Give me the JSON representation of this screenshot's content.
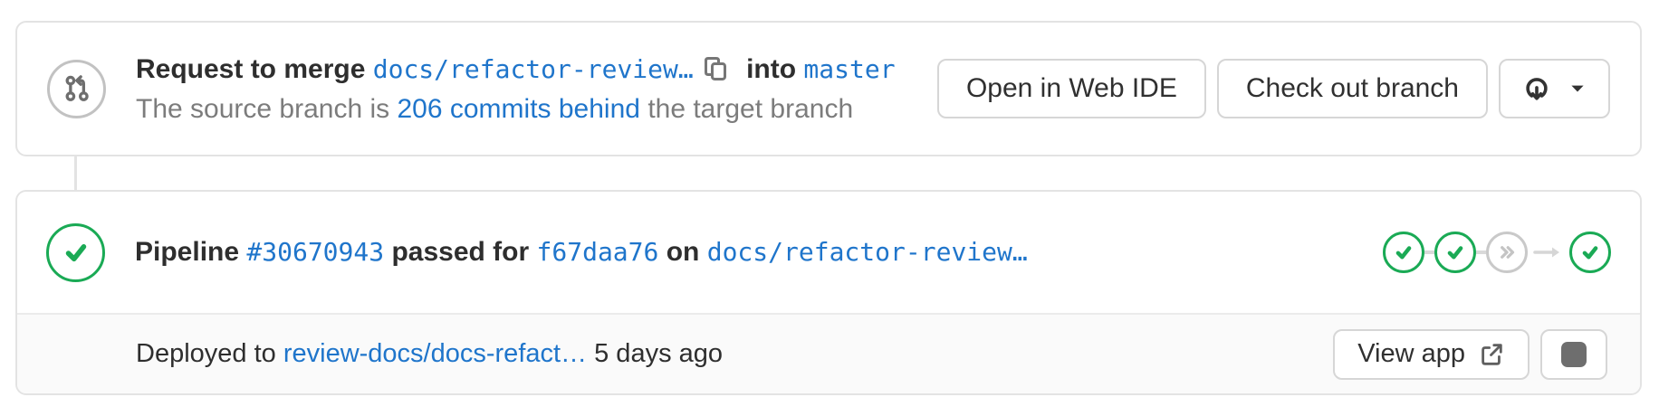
{
  "colors": {
    "link_blue": "#1f75cb",
    "success_green": "#1aaa55",
    "text_primary": "#2e2e2e",
    "text_secondary": "#7c7c7c",
    "border_gray": "#e3e3e3",
    "deploy_row_bg": "#fafafa"
  },
  "icons": {
    "merge_request": "merge-request-icon (git branch with curved arrow)",
    "copy": "copy-to-clipboard-icon (two overlapping squares)",
    "download": "download-icon (arc with down arrow)",
    "caret_down": "chevron-down-icon",
    "check": "check-circle-icon (green)",
    "skipped": "double-chevron-skipped-icon (gray)",
    "arrow_right": "arrow-right-icon (gray)",
    "external_link": "external-link-icon",
    "stop": "stop-square-icon"
  },
  "merge_widget": {
    "request_prefix": "Request to merge",
    "source_branch": "docs/refactor-review…",
    "into_label": "into",
    "target_branch": "master",
    "divergence": {
      "prefix": "The source branch is",
      "link": "206 commits behind",
      "suffix": "the target branch"
    },
    "actions": {
      "open_web_ide": "Open in Web IDE",
      "check_out_branch": "Check out branch"
    }
  },
  "pipeline_widget": {
    "label": "Pipeline",
    "pipeline_id": "#30670943",
    "status_text": "passed for",
    "commit_sha": "f67daa76",
    "on_label": "on",
    "branch": "docs/refactor-review…",
    "mini_graph_stages": [
      "passed",
      "passed",
      "skipped",
      "passed"
    ]
  },
  "deployment_widget": {
    "prefix": "Deployed to",
    "environment": "review-docs/docs-refact…",
    "timestamp": "5 days ago",
    "actions": {
      "view_app": "View app"
    }
  }
}
